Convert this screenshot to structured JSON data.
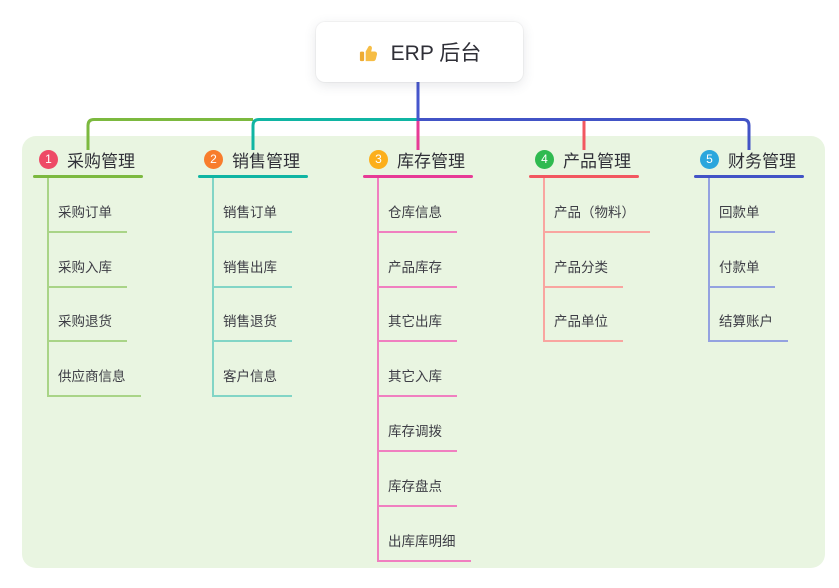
{
  "root": {
    "label": "ERP 后台",
    "icon": "thumbs-up-icon"
  },
  "colors": {
    "panel_bg": "#e9f5e1",
    "root_connector": "#4656cd",
    "icon_yellow": "#f6bd45",
    "icon_yellow_dark": "#eeab33"
  },
  "branches": [
    {
      "num": "1",
      "title": "采购管理",
      "badge_color": "#ee4a66",
      "line_color": "#7cb93f",
      "child_line_color": "#a9d487",
      "children": [
        "采购订单",
        "采购入库",
        "采购退货",
        "供应商信息"
      ]
    },
    {
      "num": "2",
      "title": "销售管理",
      "badge_color": "#f87d2c",
      "line_color": "#10b5a3",
      "child_line_color": "#82d5c6",
      "children": [
        "销售订单",
        "销售出库",
        "销售退货",
        "客户信息"
      ]
    },
    {
      "num": "3",
      "title": "库存管理",
      "badge_color": "#fcaf1b",
      "line_color": "#e73b96",
      "child_line_color": "#f07fc0",
      "children": [
        "仓库信息",
        "产品库存",
        "其它出库",
        "其它入库",
        "库存调拨",
        "库存盘点",
        "出库库明细"
      ]
    },
    {
      "num": "4",
      "title": "产品管理",
      "badge_color": "#2fba50",
      "line_color": "#f25760",
      "child_line_color": "#f9a5a0",
      "children": [
        "产品（物料）",
        "产品分类",
        "产品单位"
      ]
    },
    {
      "num": "5",
      "title": "财务管理",
      "badge_color": "#2ba6dd",
      "line_color": "#4253c6",
      "child_line_color": "#94a2e0",
      "children": [
        "回款单",
        "付款单",
        "结算账户"
      ]
    }
  ]
}
